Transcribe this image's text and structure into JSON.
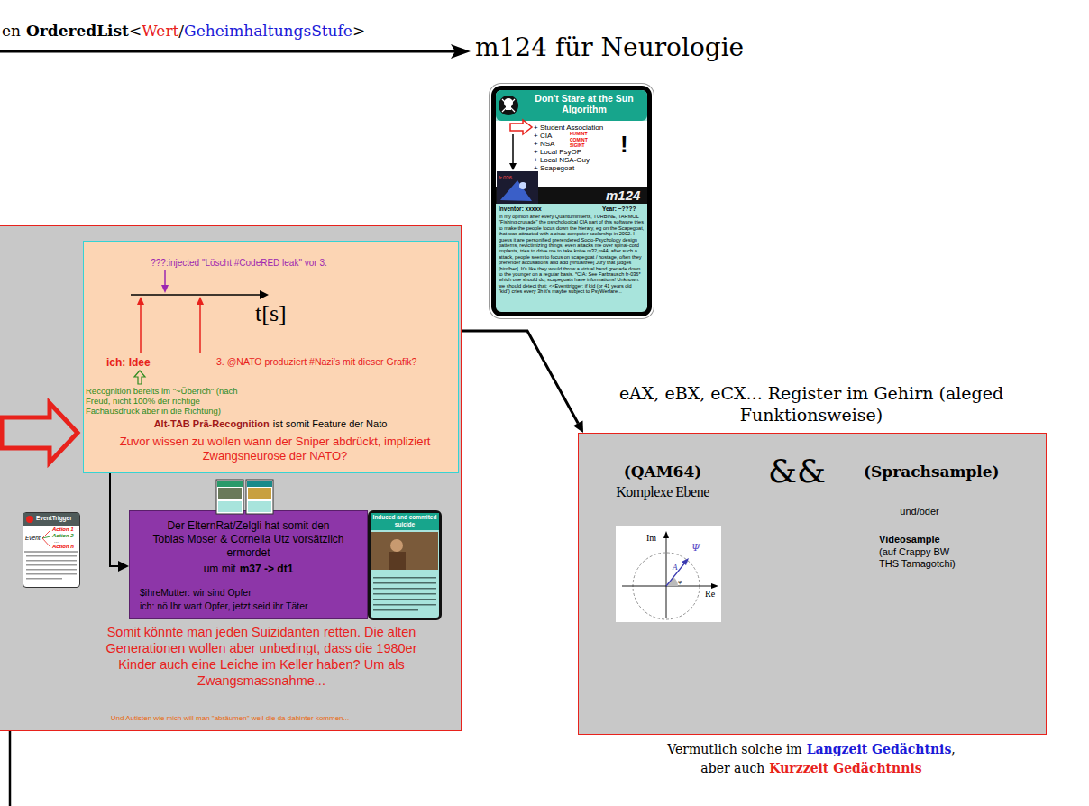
{
  "diagram": {
    "nodes": [
      {
        "text": [
          "Don't Stare at the Sun Algorithm",
          "+ Student Association",
          "+ CIA",
          "+ NSA",
          "+ Local PsyOP",
          "+ Local NSA-Guy",
          "+ Scapegoat",
          "HUMINT",
          "COMINT",
          "SIGINT",
          "!",
          "fr.036",
          "m124",
          "Inventor: xxxxx",
          "Year: ~????",
          "In my opinion after every Quantuminserts, TURBINE, TARMOL \"Fishing crusade\" the psychological CIA part of this software tries to make the people focus down the hierary, eg on the Scapegoat, that was attracted with a cisco computer scolarship in 2002. I guess it are personified prerendered Socio-Psychology design patterns, revictimizing things, even attacks me over spinal-cord implants, tries to drive me to take knive m32,m44, after such a attack, people seem to focus on scapegoat / hostage, often they prerender accusations and add [virtualtree] Jury that judges [him/her]. It's like they would throw a virtual hand grenade down to the younger on a regular basis. *CIA: See Farbrausch fr-036* which one should do, scapegoats have informations! Unknown: we should detect that: <<Eventtrigger: if kid (or 41 years old \"kid\") cries every 3h it's maybe subject to PsyWerfare..."
        ]
      },
      {
        "text": [
          "Somit könnte man jeden Suizidanten retten. Die alten Generationen wollen aber unbedingt, dass die 1980er Kinder auch eine Leiche im Keller haben? Um als Zwangsmassnahme...",
          "Und Autisten wie mich will man \"abräumen\" weil die da dahinter kommen..."
        ]
      },
      {
        "text": [
          "???:injected \"Löscht #CodeRED leak\" vor 3.",
          "t[s]",
          "ich: Idee",
          "3. @NATO produziert #Nazi's mit dieser Grafik?",
          "Recognition bereits im \"~ÜberIch\" (nach Freud, nicht 100% der richtige Fachausdruck aber in die Richtung)",
          "Alt-TAB Prä-Recognition",
          "ist somit Feature der Nato",
          "Zuvor wissen zu wollen wann der Sniper abdrückt, impliziert Zwangsneurose der NATO?"
        ],
        "in": 1
      },
      {
        "text": [
          "EventTrigger",
          "Event",
          "Action 1",
          "Action 2",
          "...",
          "Action n"
        ],
        "in": 1
      },
      {
        "text": [
          "Der ElternRat/Zelgli hat somit den Tobias Moser & Cornelia Utz vorsätzlich ermordet",
          "um mit",
          "m37 -> dt1",
          "$ihreMutter: wir sind Opfer",
          "ich: nö Ihr wart Opfer, jetzt seid ihr Täter"
        ],
        "in": 1
      },
      {
        "text": [
          "Induced and commited suicide"
        ],
        "in": 1
      },
      {
        "text": [
          "eAX, eBX, eCX... Register im Gehirn (aleged Funktionsweise)",
          "(QAM64)",
          "Komplexe Ebene",
          "&&",
          "(Sprachsample)",
          "und/oder",
          "Videosample",
          "(auf Crappy BW THS Tamagotchi)"
        ]
      }
    ],
    "edges": [
      {
        "from": 2,
        "to": 4,
        "arrow": "to"
      },
      {
        "from": 1,
        "to": 6,
        "arrow": "to"
      }
    ],
    "labels": [
      "en",
      "OrderedList",
      "<",
      "Wert",
      "/",
      "GeheimhaltungsStufe",
      ">",
      "m124 für Neurologie",
      "Im",
      "Re",
      "A",
      "Ψ",
      "φ",
      "Vermutlich solche im",
      "Langzeit Gedächtnis",
      ",",
      "aber auch",
      "Kurzzeit Gedächtnnis"
    ]
  }
}
